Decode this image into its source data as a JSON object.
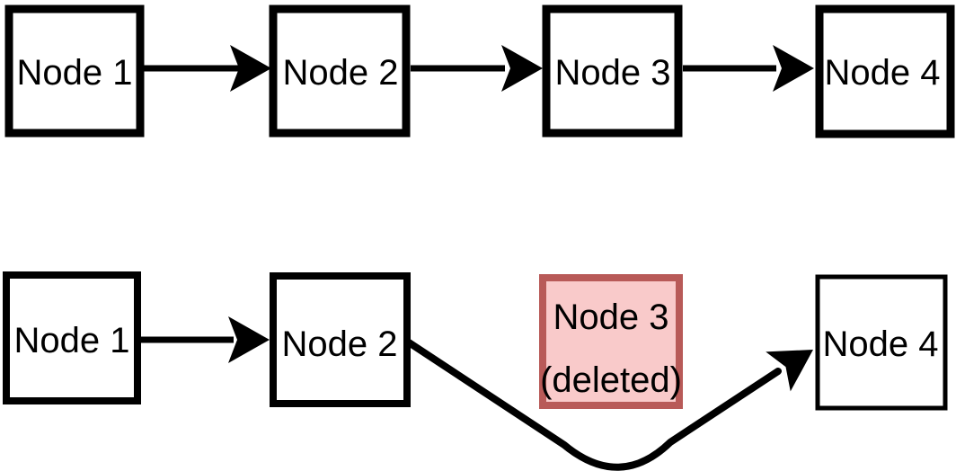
{
  "diagram": {
    "description": "Singly linked list before and after deleting Node 3",
    "before": {
      "nodes": [
        {
          "label": "Node 1"
        },
        {
          "label": "Node 2"
        },
        {
          "label": "Node 3"
        },
        {
          "label": "Node 4"
        }
      ]
    },
    "after": {
      "nodes": [
        {
          "label": "Node 1"
        },
        {
          "label": "Node 2"
        },
        {
          "label": "Node 3",
          "sublabel": "(deleted)",
          "state": "deleted"
        },
        {
          "label": "Node 4"
        }
      ]
    }
  },
  "colors": {
    "background": "#ffffff",
    "node_fill": "#ffffff",
    "node_border": "#000000",
    "arrow": "#000000",
    "text": "#000000",
    "deleted_fill": "#f9caca",
    "deleted_border": "#b85a58"
  }
}
